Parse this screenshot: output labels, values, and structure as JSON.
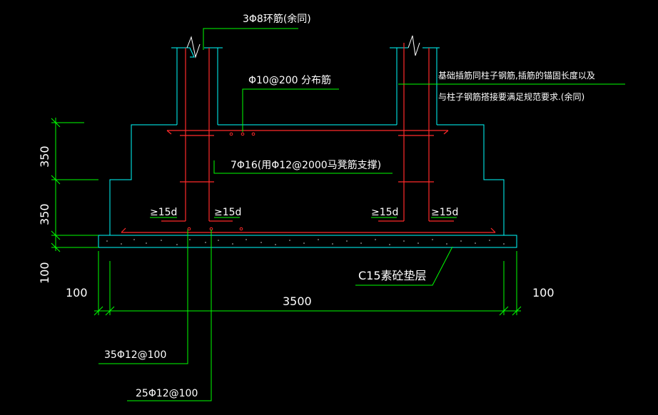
{
  "labels": {
    "ring_rebar": "3Φ8环筋(余同)",
    "dist_rebar": "Φ10@200   分布筋",
    "anchor_note_1": "基础插筋同柱子钢筋,插筋的锚固长度以及",
    "anchor_note_2": "与柱子钢筋搭接要满足规范要求.(余同)",
    "support_rebar": "7Φ16(用Φ12@2000马凳筋支撑)",
    "lap_1": "≥15d",
    "lap_2": "≥15d",
    "lap_3": "≥15d",
    "lap_4": "≥15d",
    "cushion": "C15素砼垫层",
    "bottom_rebar_1": "35Φ12@100",
    "bottom_rebar_2": "25Φ12@100"
  },
  "dimensions": {
    "height_upper": "350",
    "height_lower": "350",
    "cushion_thickness": "100",
    "left_offset": "100",
    "width": "3500",
    "right_offset": "100"
  },
  "colors": {
    "background": "#000000",
    "outline": "#00ffff",
    "rebar": "#ff2a2a",
    "leader": "#00ff00",
    "text": "#ffffff"
  }
}
